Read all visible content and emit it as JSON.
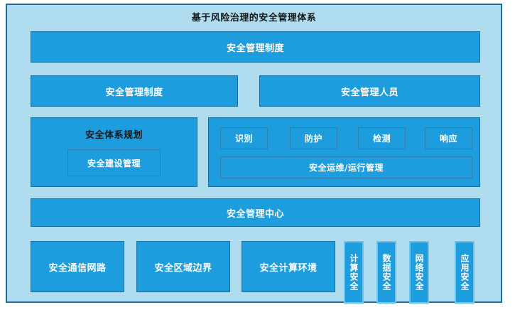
{
  "diagram": {
    "title": "基于风险治理的安全管理体系",
    "colors": {
      "frame_border": "#1c6e96",
      "background": "#b0dcef",
      "block_fill": "#1d9ddd",
      "block_border": "#1c6e96",
      "subblock_border": "#2f7fae",
      "pillar_border": "#6fc4e8",
      "block_text": "#ffffff",
      "heading_text": "#13181c"
    },
    "rows": {
      "row1": {
        "blocks": [
          {
            "label": "安全管理制度"
          }
        ]
      },
      "row2": {
        "blocks": [
          {
            "label": "安全管理制度"
          },
          {
            "label": "安全管理人员"
          }
        ]
      },
      "row3": {
        "planning_panel": {
          "heading": "安全体系规划",
          "sub_blocks": [
            {
              "label": "安全建设管理"
            }
          ]
        },
        "operation_panel": {
          "stages": [
            {
              "label": "识别"
            },
            {
              "label": "防护"
            },
            {
              "label": "检测"
            },
            {
              "label": "响应"
            }
          ],
          "sub_blocks": [
            {
              "label": "安全运维/运行管理"
            }
          ]
        }
      },
      "row4": {
        "blocks": [
          {
            "label": "安全管理中心"
          }
        ]
      },
      "row5": {
        "blocks": [
          {
            "label": "安全通信网路"
          },
          {
            "label": "安全区域边界"
          },
          {
            "label": "安全计算环境"
          }
        ],
        "pillars": [
          {
            "label": "计算安全"
          },
          {
            "label": "数据安全"
          },
          {
            "label": "网络安全"
          },
          {
            "label": "应用安全"
          }
        ]
      }
    }
  }
}
